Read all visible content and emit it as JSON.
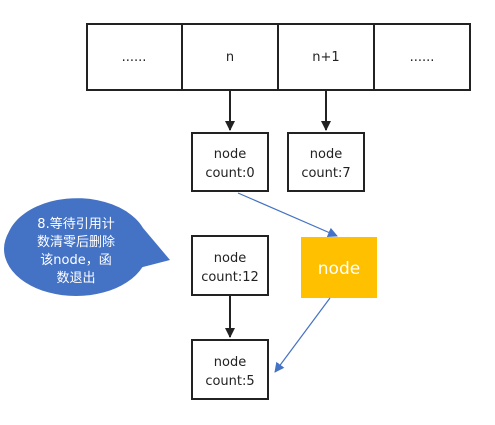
{
  "array_cells": [
    {
      "label": "......"
    },
    {
      "label": "n"
    },
    {
      "label": "n+1"
    },
    {
      "label": "......"
    }
  ],
  "nodes": {
    "top_left": {
      "line1": "node",
      "line2": "count:0"
    },
    "top_right": {
      "line1": "node",
      "line2": "count:7"
    },
    "mid_left": {
      "line1": "node",
      "line2": "count:12"
    },
    "bottom": {
      "line1": "node",
      "line2": "count:5"
    }
  },
  "moving_node": {
    "label": "node",
    "color": "#FFC000"
  },
  "callout": {
    "lines": [
      "8.等待引用计",
      "数清零后删除",
      "该node，函",
      "数退出"
    ],
    "color": "#4472C4"
  },
  "colors": {
    "box_stroke": "#222222",
    "arrow_dark": "#222222",
    "arrow_blue": "#4472C4"
  }
}
